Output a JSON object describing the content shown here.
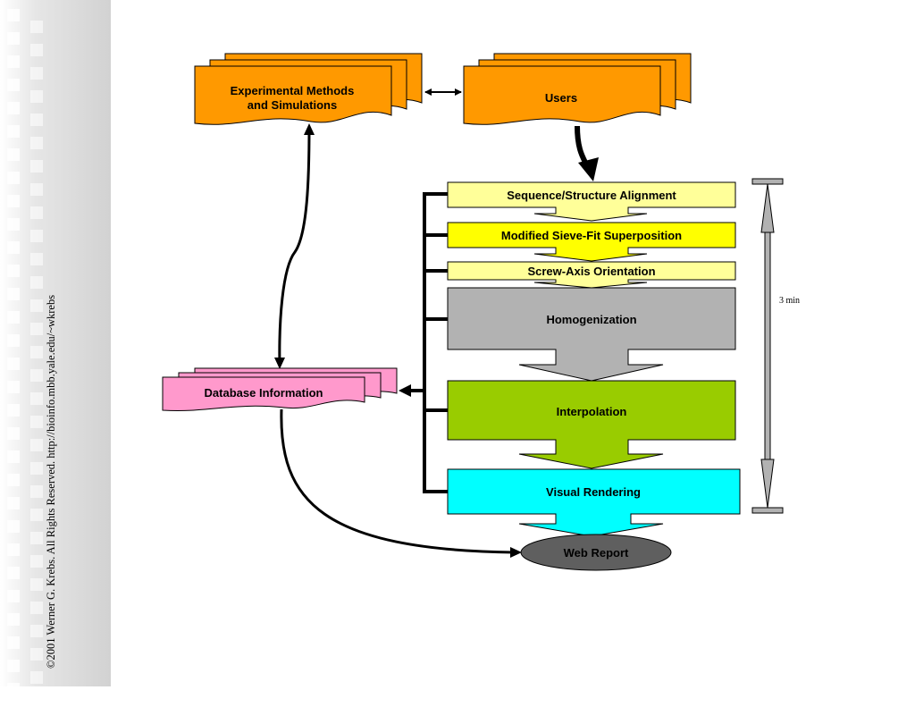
{
  "copyright": "©2001 Werner G. Krebs. All Rights Reserved. http://bioinfo.mbb.yale.edu/~wkrebs",
  "documents": {
    "experimental": [
      "Experimental Methods",
      "and Simulations"
    ],
    "users": "Users",
    "database": "Database Information"
  },
  "pipeline": {
    "steps": [
      "Sequence/Structure Alignment",
      "Modified Sieve-Fit Superposition",
      "Screw-Axis Orientation",
      "Homogenization",
      "Interpolation",
      "Visual Rendering"
    ],
    "output": "Web Report"
  },
  "timing": "3 min",
  "colors": {
    "orange": "#ff9900",
    "pink": "#ff99cc",
    "light_yellow": "#ffff99",
    "yellow": "#ffff00",
    "gray": "#b2b2b2",
    "green": "#99cc00",
    "cyan": "#00ffff",
    "dark_gray": "#5f5f5f"
  }
}
